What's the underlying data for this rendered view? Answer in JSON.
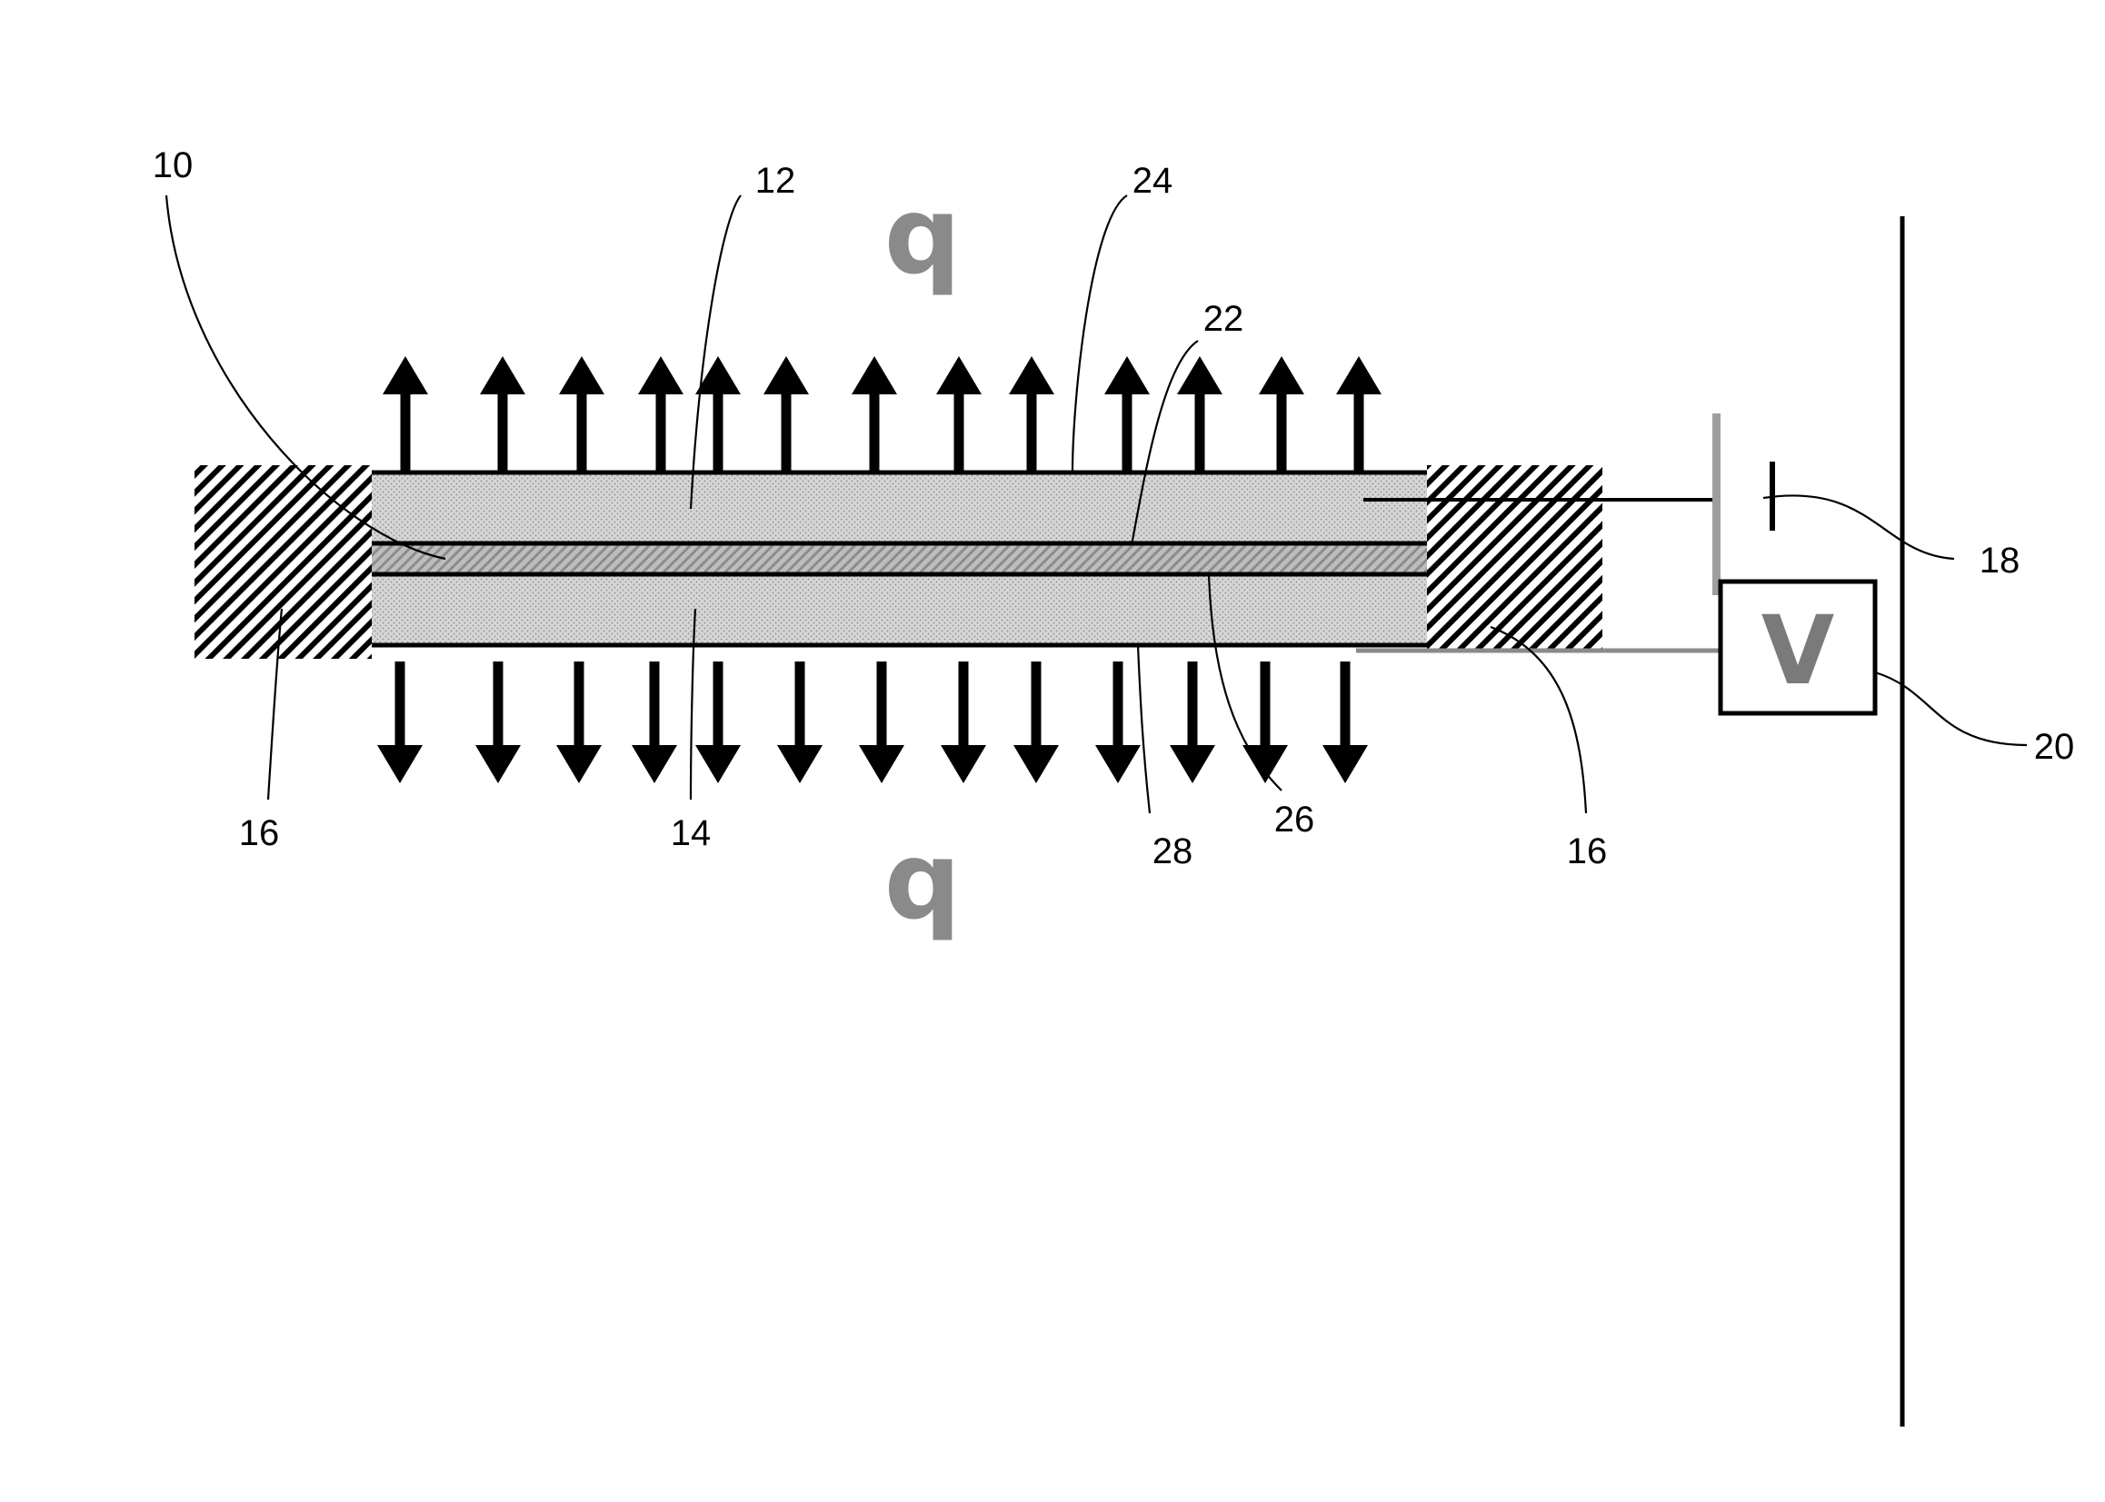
{
  "labels": {
    "ref_10": "10",
    "ref_12": "12",
    "ref_24": "24",
    "ref_22": "22",
    "ref_18": "18",
    "ref_20": "20",
    "ref_16_left": "16",
    "ref_14": "14",
    "ref_28": "28",
    "ref_26": "26",
    "ref_16_right": "16",
    "heat_flux_top": "q",
    "heat_flux_bottom": "q",
    "voltmeter": "V"
  },
  "icons": {
    "up_arrows": "heat-flux-up-arrow",
    "down_arrows": "heat-flux-down-arrow",
    "battery": "battery-symbol",
    "voltmeter": "voltmeter-box"
  },
  "colors": {
    "stroke": "#000000",
    "layer_fill": "#cfcfcf",
    "insulation_fill": "#000000",
    "heat_flux_label": "#8a8a8a"
  }
}
